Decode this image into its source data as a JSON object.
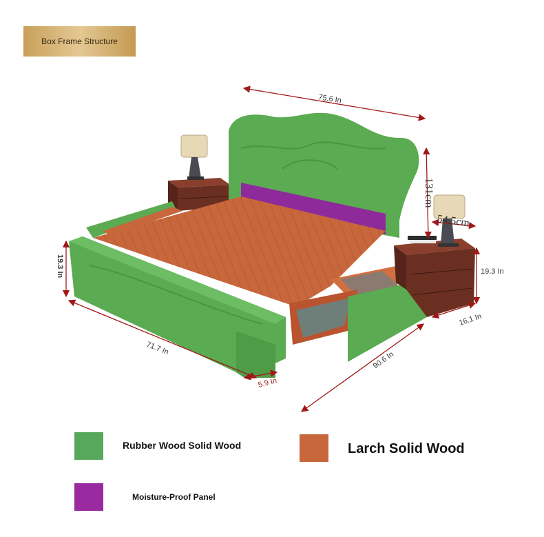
{
  "badge": {
    "text": "Box Frame Structure"
  },
  "dimensions": {
    "width": "75.6 In",
    "length": "71.7 In",
    "side_height": "19.3 In",
    "headboard_height": "131cm",
    "nightstand_width": "54.5cm",
    "nightstand_height": "19.3 In",
    "nightstand_depth": "16.1 In",
    "leg": "5.9 In",
    "drawer_length": "90.6 In"
  },
  "legend": [
    {
      "label": "Rubber Wood Solid Wood",
      "color": "#57a85a"
    },
    {
      "label": "Larch Solid Wood",
      "color": "#c8663c"
    },
    {
      "label": "Moisture-Proof Panel",
      "color": "#9a2aa0"
    }
  ],
  "colors": {
    "frame_green": "#5bab52",
    "slat_orange": "#c8663c",
    "panel_purple": "#8e2a9a",
    "nightstand_brown": "#6b2f22",
    "dimension_red": "#a01818"
  }
}
